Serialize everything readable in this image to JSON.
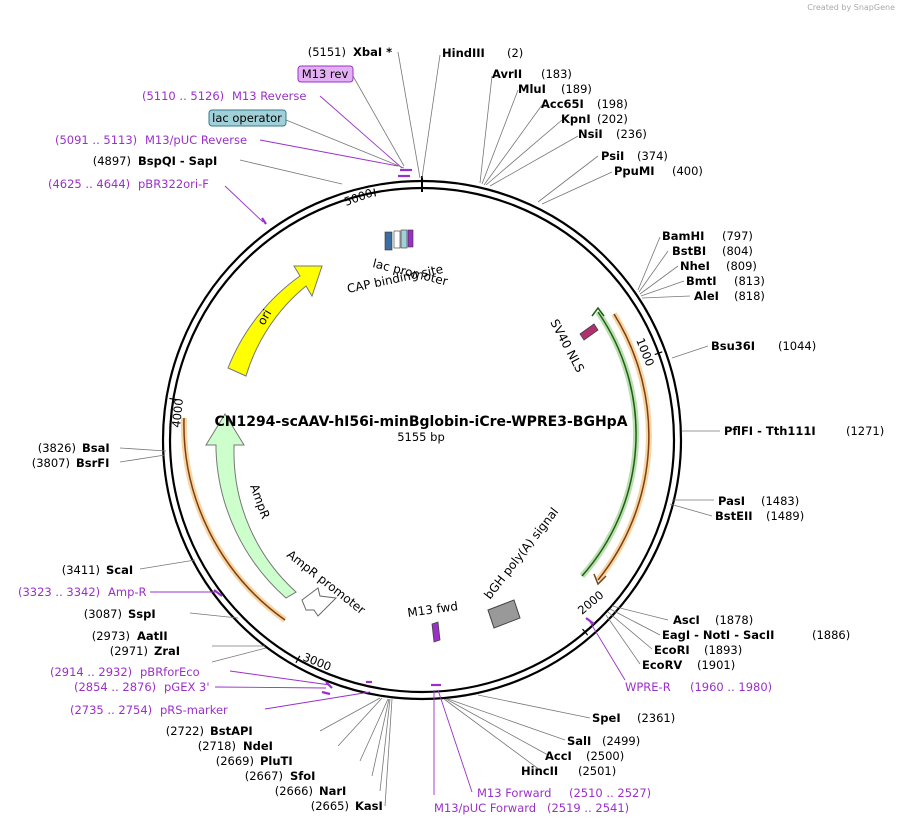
{
  "watermark": "Created by SnapGene",
  "plasmid": {
    "name": "CN1294-scAAV-hI56i-minBglobin-iCre-WPRE3-BGHpA",
    "size": "5155 bp"
  },
  "ticks": [
    "1000",
    "2000",
    "3000",
    "4000",
    "5000"
  ],
  "features": [
    {
      "label": "lac promoter"
    },
    {
      "label": "CAP binding site"
    },
    {
      "label": "ori"
    },
    {
      "label": "SV40 NLS"
    },
    {
      "label": "AmpR"
    },
    {
      "label": "AmpR promoter"
    },
    {
      "label": "bGH poly(A) signal"
    },
    {
      "label": "M13 fwd"
    }
  ],
  "sites": [
    {
      "pos": "(5151)",
      "name": "XbaI *"
    },
    {
      "pos": "(2)",
      "name": "HindIII"
    },
    {
      "pos": "(183)",
      "name": "AvrII"
    },
    {
      "pos": "(189)",
      "name": "MluI"
    },
    {
      "pos": "(198)",
      "name": "Acc65I"
    },
    {
      "pos": "(202)",
      "name": "KpnI"
    },
    {
      "pos": "(236)",
      "name": "NsiI"
    },
    {
      "pos": "(374)",
      "name": "PsiI"
    },
    {
      "pos": "(400)",
      "name": "PpuMI"
    },
    {
      "pos": "(797)",
      "name": "BamHI"
    },
    {
      "pos": "(804)",
      "name": "BstBI"
    },
    {
      "pos": "(809)",
      "name": "NheI"
    },
    {
      "pos": "(813)",
      "name": "BmtI"
    },
    {
      "pos": "(818)",
      "name": "AleI"
    },
    {
      "pos": "(1044)",
      "name": "Bsu36I"
    },
    {
      "pos": "(1271)",
      "name": "PflFI  -  Tth111I"
    },
    {
      "pos": "(1483)",
      "name": "PasI"
    },
    {
      "pos": "(1489)",
      "name": "BstEII"
    },
    {
      "pos": "(1878)",
      "name": "AscI"
    },
    {
      "pos": "(1886)",
      "name": "EagI  -  NotI  -  SacII"
    },
    {
      "pos": "(1893)",
      "name": "EcoRI"
    },
    {
      "pos": "(1901)",
      "name": "EcoRV"
    },
    {
      "pos": "(2361)",
      "name": "SpeI"
    },
    {
      "pos": "(2499)",
      "name": "SalI"
    },
    {
      "pos": "(2500)",
      "name": "AccI"
    },
    {
      "pos": "(2501)",
      "name": "HincII"
    },
    {
      "pos": "(2665)",
      "name": "KasI"
    },
    {
      "pos": "(2666)",
      "name": "NarI"
    },
    {
      "pos": "(2667)",
      "name": "SfoI"
    },
    {
      "pos": "(2669)",
      "name": "PluTI"
    },
    {
      "pos": "(2718)",
      "name": "NdeI"
    },
    {
      "pos": "(2722)",
      "name": "BstAPI"
    },
    {
      "pos": "(2971)",
      "name": "ZraI"
    },
    {
      "pos": "(2973)",
      "name": "AatII"
    },
    {
      "pos": "(3087)",
      "name": "SspI"
    },
    {
      "pos": "(3411)",
      "name": "ScaI"
    },
    {
      "pos": "(3807)",
      "name": "BsrFI"
    },
    {
      "pos": "(3826)",
      "name": "BsaI"
    },
    {
      "pos": "(4897)",
      "name": "BspQI  -  SapI"
    }
  ],
  "primers": [
    {
      "name": "M13 Reverse",
      "range": "(5110 .. 5126)"
    },
    {
      "name": "M13/pUC Reverse",
      "range": "(5091 .. 5113)"
    },
    {
      "name": "pBR322ori-F",
      "range": "(4625 .. 4644)"
    },
    {
      "name": "Amp-R",
      "range": "(3323 .. 3342)"
    },
    {
      "name": "pBRforEco",
      "range": "(2914 .. 2932)"
    },
    {
      "name": "pGEX 3'",
      "range": "(2854 .. 2876)"
    },
    {
      "name": "pRS-marker",
      "range": "(2735 .. 2754)"
    },
    {
      "name": "WPRE-R",
      "range": "(1960 .. 1980)"
    },
    {
      "name": "M13 Forward",
      "range": "(2510 .. 2527)"
    },
    {
      "name": "M13/pUC Forward",
      "range": "(2519 .. 2541)"
    }
  ],
  "boxed": [
    {
      "label": "M13 rev"
    },
    {
      "label": "lac operator"
    }
  ],
  "colors": {
    "ori": "#ffff00",
    "ampr": "#ccffcc",
    "primer": "#9b30c8",
    "orange": "#f0a030",
    "green": "#40a020",
    "m13rev_box": "#e4b0f4",
    "lacop_box": "#a0d0d8"
  }
}
